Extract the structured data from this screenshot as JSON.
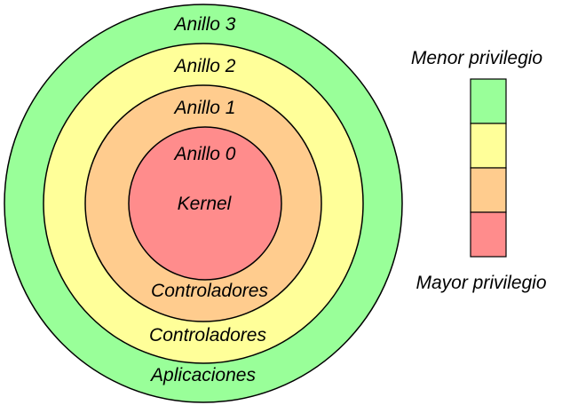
{
  "rings": [
    {
      "id": "ring-3",
      "title": "Anillo 3",
      "role": "Aplicaciones",
      "color": "#99ff99"
    },
    {
      "id": "ring-2",
      "title": "Anillo 2",
      "role": "Controladores",
      "color": "#ffff99"
    },
    {
      "id": "ring-1",
      "title": "Anillo 1",
      "role": "Controladores",
      "color": "#ffcc8e"
    },
    {
      "id": "ring-0",
      "title": "Anillo 0",
      "role": "Kernel",
      "color": "#ff8c8c"
    }
  ],
  "legend": {
    "top_label": "Menor privilegio",
    "bottom_label": "Mayor privilegio",
    "swatches": [
      "#99ff99",
      "#ffff99",
      "#ffcc8e",
      "#ff8c8c"
    ]
  }
}
